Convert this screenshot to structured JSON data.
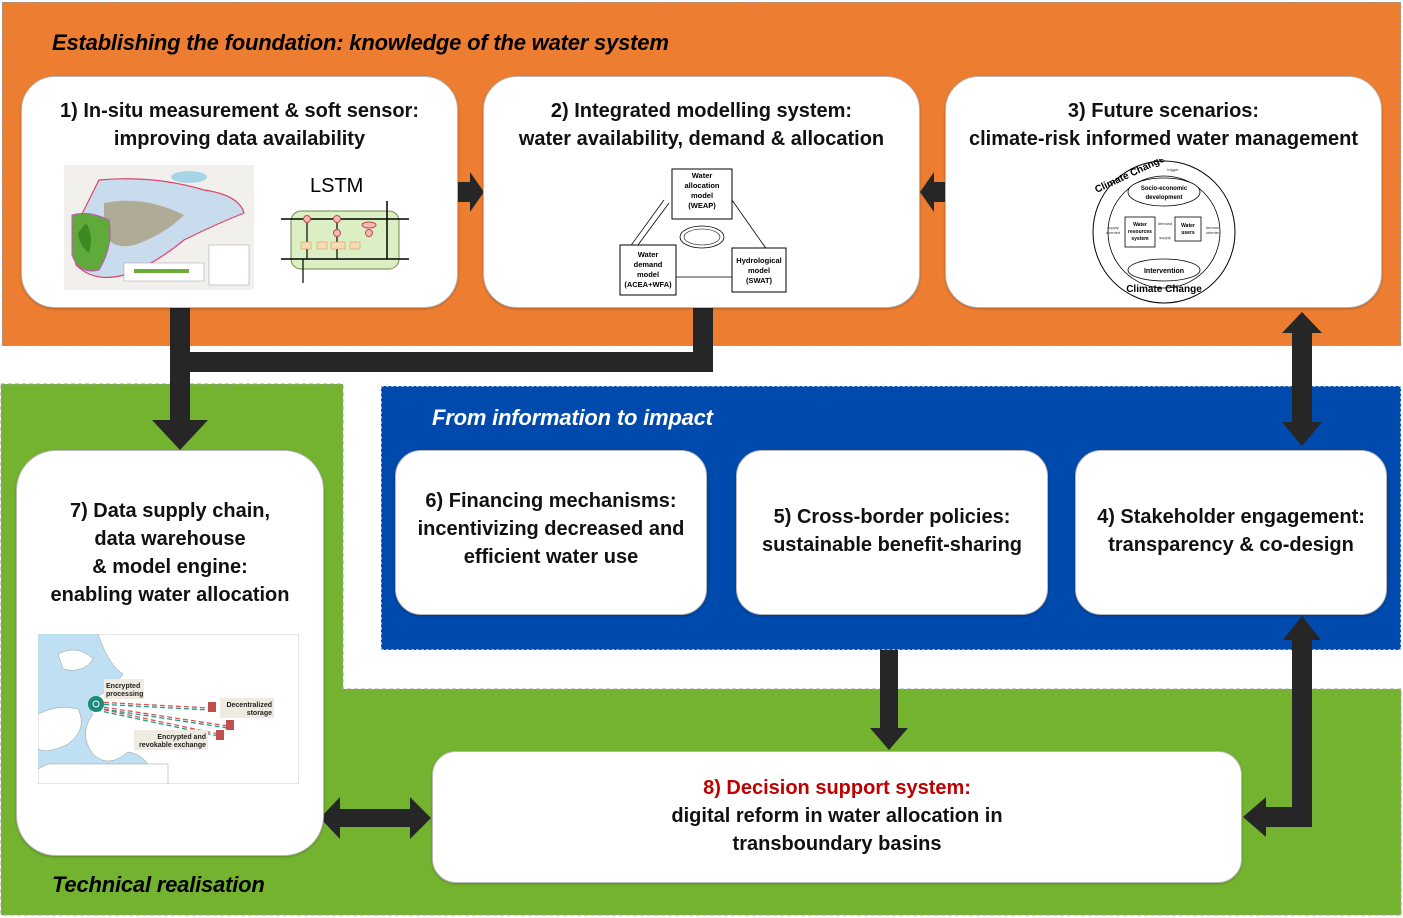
{
  "sections": {
    "foundation_title": "Establishing the foundation: knowledge of the water system",
    "impact_title": "From information to impact",
    "technical_title": "Technical realisation"
  },
  "colors": {
    "foundation": "#ED7D31",
    "impact": "#0049AD",
    "technical": "#74B32F",
    "arrow": "#262626",
    "highlight": "#C00000"
  },
  "cards": {
    "c1": {
      "lines": [
        "1) In-situ measurement & soft sensor:",
        "improving data availability"
      ],
      "image_label": "LSTM"
    },
    "c2": {
      "lines": [
        "2) Integrated modelling system:",
        "water availability, demand & allocation"
      ],
      "diagram": {
        "allocation": [
          "Water",
          "allocation",
          "model",
          "(WEAP)"
        ],
        "demand": [
          "Water",
          "demand",
          "model",
          "(ACEA+WFA)"
        ],
        "hydrological": [
          "Hydrological",
          "model",
          "(SWAT)"
        ]
      }
    },
    "c3": {
      "lines": [
        "3) Future scenarios:",
        "climate-risk informed water management"
      ],
      "diagram": {
        "ring_top": "Climate Change",
        "ring_bottom": "Climate Change",
        "socio": [
          "Socio-economic",
          "development"
        ],
        "intervention": "Intervention",
        "resources": [
          "Water",
          "resources",
          "system"
        ],
        "users": [
          "Water",
          "users"
        ],
        "demand": "demand",
        "supply": "supply",
        "trigger": "trigger",
        "supply_oriented": [
          "supply",
          "oriented"
        ],
        "demand_oriented": [
          "demand",
          "oriented"
        ]
      }
    },
    "c4": {
      "lines": [
        "4) Stakeholder engagement:",
        "transparency & co-design"
      ]
    },
    "c5": {
      "lines": [
        "5) Cross-border policies:",
        "sustainable benefit-sharing"
      ]
    },
    "c6": {
      "lines": [
        "6) Financing mechanisms:",
        "incentivizing decreased and",
        "efficient water use"
      ]
    },
    "c7": {
      "lines": [
        "7) Data supply chain,",
        "data warehouse",
        "& model engine:",
        "enabling water allocation"
      ],
      "map": {
        "processing": [
          "Encrypted",
          "processing"
        ],
        "storage": [
          "Decentralized",
          "storage"
        ],
        "exchange": [
          "Encrypted and",
          "revokable exchange"
        ]
      }
    },
    "c8": {
      "title": "8) Decision support system:",
      "lines": [
        "digital reform in water allocation in",
        "transboundary basins"
      ]
    }
  }
}
